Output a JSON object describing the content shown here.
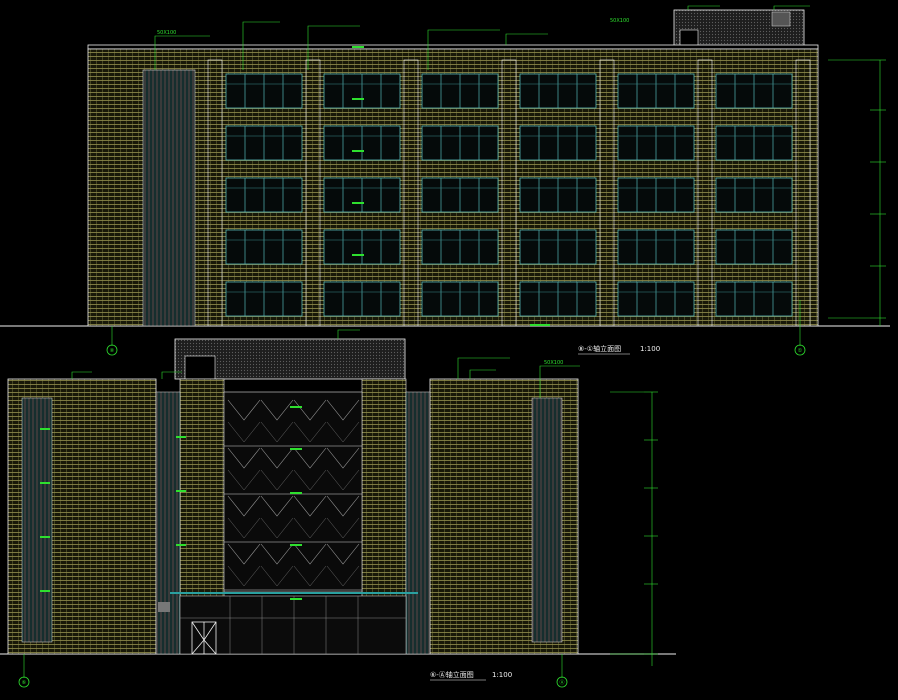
{
  "colors": {
    "background": "#000000",
    "facade": "#c8c46a",
    "panel_line": "#8a8a4a",
    "window": "#55b5b5",
    "annotation": "#2ee02e",
    "outline": "#f0f0f0",
    "roof": "#777777"
  },
  "top_elevation": {
    "title": "⑧-①轴立面图",
    "scale": "1:100",
    "axis_left": "⑧",
    "axis_right": "①",
    "callouts": [
      "50X100",
      "50X100"
    ],
    "floor_count": 5,
    "window_bays": 6
  },
  "bottom_elevation": {
    "title": "⑥-Ⓐ轴立面图",
    "scale": "1:100",
    "axis_left": "⑥",
    "axis_right": "Ⓐ",
    "callouts": [
      "50X100"
    ]
  }
}
